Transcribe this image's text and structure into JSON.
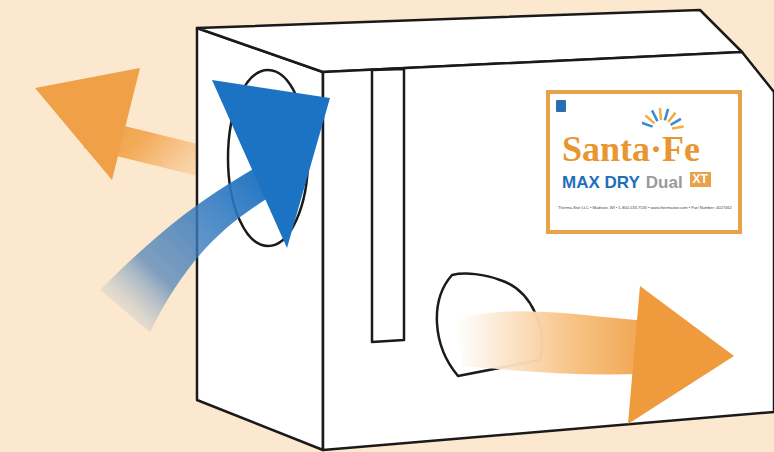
{
  "diagram": {
    "nodes": [
      {
        "text": [
          "Santa·Fe",
          "MAX DRY",
          "Dual",
          "XT",
          "Therma-Stor LLC • Madison, WI • 1-800-533-7533 • www.thermastor.com • Part Number: 4027462"
        ]
      }
    ]
  }
}
